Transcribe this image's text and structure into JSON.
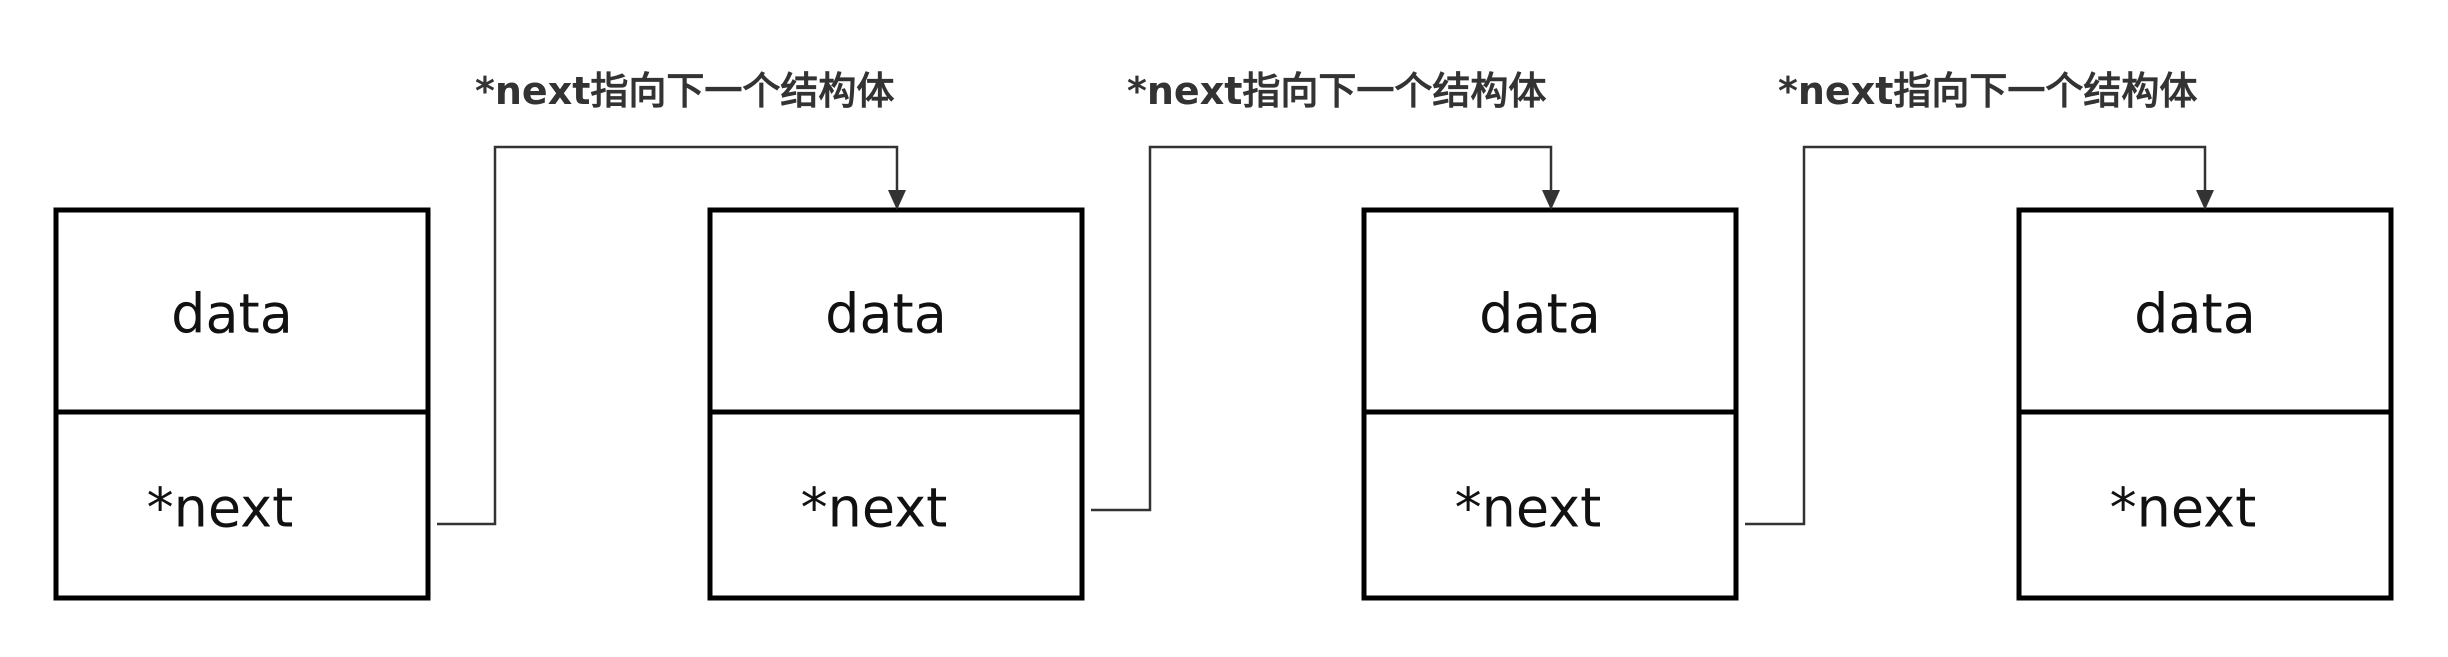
{
  "nodes": [
    {
      "data_label": "data",
      "next_label": "*next"
    },
    {
      "data_label": "data",
      "next_label": "*next"
    },
    {
      "data_label": "data",
      "next_label": "*next"
    },
    {
      "data_label": "data",
      "next_label": "*next"
    }
  ],
  "links": [
    {
      "label": "*next指向下一个结构体"
    },
    {
      "label": "*next指向下一个结构体"
    },
    {
      "label": "*next指向下一个结构体"
    }
  ],
  "colors": {
    "box_stroke": "#000000",
    "connector": "#333333",
    "label_text": "#333333"
  }
}
